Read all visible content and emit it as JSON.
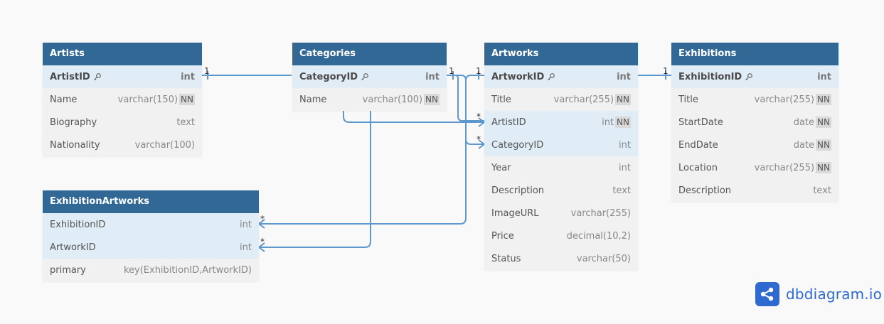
{
  "tables": {
    "artists": {
      "name": "Artists",
      "fields": [
        {
          "name": "ArtistID",
          "type": "int",
          "pk": true,
          "nn": false
        },
        {
          "name": "Name",
          "type": "varchar(150)",
          "pk": false,
          "nn": true
        },
        {
          "name": "Biography",
          "type": "text",
          "pk": false,
          "nn": false
        },
        {
          "name": "Nationality",
          "type": "varchar(100)",
          "pk": false,
          "nn": false
        }
      ]
    },
    "categories": {
      "name": "Categories",
      "fields": [
        {
          "name": "CategoryID",
          "type": "int",
          "pk": true,
          "nn": false
        },
        {
          "name": "Name",
          "type": "varchar(100)",
          "pk": false,
          "nn": true
        }
      ]
    },
    "artworks": {
      "name": "Artworks",
      "fields": [
        {
          "name": "ArtworkID",
          "type": "int",
          "pk": true,
          "nn": false
        },
        {
          "name": "Title",
          "type": "varchar(255)",
          "pk": false,
          "nn": true
        },
        {
          "name": "ArtistID",
          "type": "int",
          "pk": false,
          "nn": true
        },
        {
          "name": "CategoryID",
          "type": "int",
          "pk": false,
          "nn": false
        },
        {
          "name": "Year",
          "type": "int",
          "pk": false,
          "nn": false
        },
        {
          "name": "Description",
          "type": "text",
          "pk": false,
          "nn": false
        },
        {
          "name": "ImageURL",
          "type": "varchar(255)",
          "pk": false,
          "nn": false
        },
        {
          "name": "Price",
          "type": "decimal(10,2)",
          "pk": false,
          "nn": false
        },
        {
          "name": "Status",
          "type": "varchar(50)",
          "pk": false,
          "nn": false
        }
      ]
    },
    "exhibitions": {
      "name": "Exhibitions",
      "fields": [
        {
          "name": "ExhibitionID",
          "type": "int",
          "pk": true,
          "nn": false
        },
        {
          "name": "Title",
          "type": "varchar(255)",
          "pk": false,
          "nn": true
        },
        {
          "name": "StartDate",
          "type": "date",
          "pk": false,
          "nn": true
        },
        {
          "name": "EndDate",
          "type": "date",
          "pk": false,
          "nn": true
        },
        {
          "name": "Location",
          "type": "varchar(255)",
          "pk": false,
          "nn": true
        },
        {
          "name": "Description",
          "type": "text",
          "pk": false,
          "nn": false
        }
      ]
    },
    "exhibition_artworks": {
      "name": "ExhibitionArtworks",
      "fields": [
        {
          "name": "ExhibitionID",
          "type": "int",
          "pk": false,
          "nn": false
        },
        {
          "name": "ArtworkID",
          "type": "int",
          "pk": false,
          "nn": false
        },
        {
          "name": "primary",
          "type": "key(ExhibitionID,ArtworkID)",
          "pk": false,
          "nn": false
        }
      ]
    }
  },
  "not_null_label": "NN",
  "relationships": [
    {
      "from": "artists.ArtistID",
      "to": "artworks.ArtistID",
      "from_card": "1",
      "to_card": "*"
    },
    {
      "from": "categories.CategoryID",
      "to": "artworks.CategoryID",
      "from_card": "1",
      "to_card": "*"
    },
    {
      "from": "artworks.ArtworkID",
      "to": "exhibition_artworks.ArtworkID",
      "from_card": "1",
      "to_card": "*"
    },
    {
      "from": "exhibitions.ExhibitionID",
      "to": "exhibition_artworks.ExhibitionID",
      "from_card": "1",
      "to_card": "*"
    }
  ],
  "brand": {
    "name": "dbdiagram.io",
    "color": "#2f6ad0"
  },
  "colors": {
    "header": "#316896",
    "highlight_row": "#e0edf6",
    "row": "#f1f1f1",
    "link": "#5e97cc",
    "background": "#f9f9f9"
  }
}
